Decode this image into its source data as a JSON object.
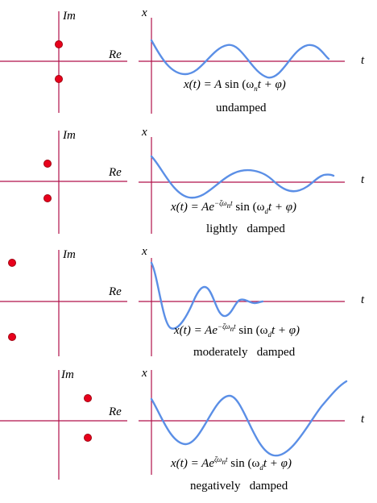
{
  "colors": {
    "axis": "#b0104a",
    "pole": "#e8001c",
    "wave": "#5b8fe6"
  },
  "labels": {
    "im": "Im",
    "re": "Re",
    "x": "x",
    "t": "t"
  },
  "panels": [
    {
      "caption": "undamped",
      "formula": {
        "lhs": "x(t) = ",
        "amp": "A",
        "exp": "",
        "rest": "sin (ω",
        "sub": "n",
        "tail": "t + φ)"
      },
      "poles": [
        {
          "re": 0,
          "im": 1
        },
        {
          "re": 0,
          "im": -1
        }
      ]
    },
    {
      "caption": "lightly   damped",
      "formula": {
        "lhs": "x(t) = ",
        "amp": "Ae",
        "exp": "−ζω",
        "expsub": "n",
        "expt": "t",
        "rest": "sin (ω",
        "sub": "d",
        "tail": "t + φ)"
      },
      "poles": [
        {
          "re": -0.3,
          "im": 1
        },
        {
          "re": -0.3,
          "im": -1
        }
      ]
    },
    {
      "caption": "moderately   damped",
      "formula": {
        "lhs": "x(t) = ",
        "amp": "Ae",
        "exp": "−ζω",
        "expsub": "n",
        "expt": "t",
        "rest": "sin (ω",
        "sub": "d",
        "tail": "t + φ)"
      },
      "poles": [
        {
          "re": -1.2,
          "im": 1
        },
        {
          "re": -1.2,
          "im": -1
        }
      ]
    },
    {
      "caption": "negatively   damped",
      "formula": {
        "lhs": "x(t) = ",
        "amp": "Ae",
        "exp": "ζω",
        "expsub": "n",
        "expt": "t",
        "rest": "sin (ω",
        "sub": "d",
        "tail": "t + φ)"
      },
      "poles": [
        {
          "re": 0.7,
          "im": 0.6
        },
        {
          "re": 0.7,
          "im": -0.6
        }
      ]
    }
  ]
}
